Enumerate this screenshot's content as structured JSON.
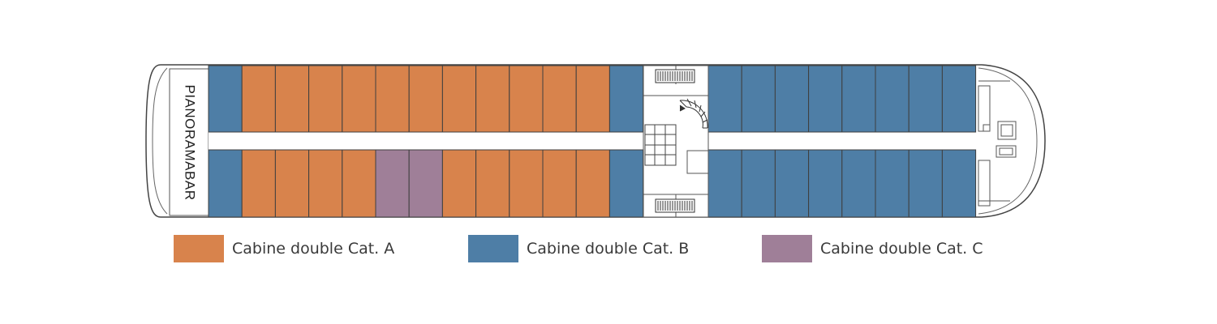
{
  "colors": {
    "cat_a": "#d8834c",
    "cat_b": "#4e7ea6",
    "cat_c": "#9f7f98",
    "line": "#555555",
    "hull": "#444444"
  },
  "bar_label": "PIANORAMABAR",
  "legend": [
    {
      "label": "Cabine double Cat. A",
      "color_key": "cat_a"
    },
    {
      "label": "Cabine double Cat. B",
      "color_key": "cat_b"
    },
    {
      "label": "Cabine double Cat. C",
      "color_key": "cat_c"
    }
  ],
  "cabins": {
    "left_top": [
      "B",
      "A",
      "A",
      "A",
      "A",
      "A",
      "A",
      "A",
      "A",
      "A",
      "A",
      "A",
      "B"
    ],
    "left_bottom": [
      "B",
      "A",
      "A",
      "A",
      "A",
      "C",
      "C",
      "A",
      "A",
      "A",
      "A",
      "A",
      "B"
    ],
    "right_top": [
      "B",
      "B",
      "B",
      "B",
      "B",
      "B",
      "B",
      "B"
    ],
    "right_bottom": [
      "B",
      "B",
      "B",
      "B",
      "B",
      "B",
      "B",
      "B"
    ]
  }
}
